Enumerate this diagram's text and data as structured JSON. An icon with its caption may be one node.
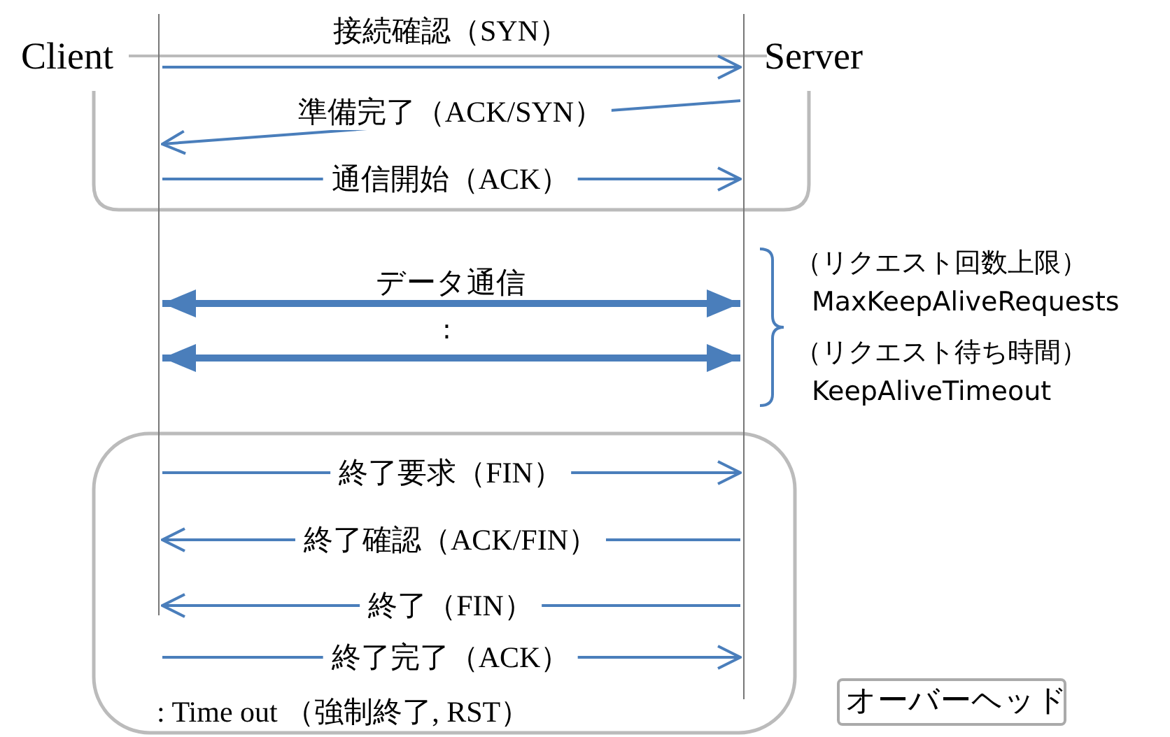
{
  "diagram": {
    "nodes": [
      {
        "text": [
          "Client"
        ]
      },
      {
        "text": [
          "Server"
        ]
      },
      {
        "text": [
          "オーバーヘッド"
        ]
      }
    ],
    "edges": [
      {
        "from": 0,
        "to": 1,
        "arrow": "to",
        "label": "接続確認（SYN）"
      },
      {
        "from": 1,
        "to": 0,
        "arrow": "to",
        "label": "準備完了（ACK/SYN）"
      },
      {
        "from": 0,
        "to": 1,
        "arrow": "to",
        "label": "通信開始（ACK）"
      },
      {
        "from": 0,
        "to": 1,
        "arrow": "both",
        "label": "データ通信",
        "style": "thick"
      },
      {
        "from": 0,
        "to": 1,
        "arrow": "both",
        "style": "thick"
      },
      {
        "from": 0,
        "to": 1,
        "arrow": "to",
        "label": "終了要求（FIN）"
      },
      {
        "from": 1,
        "to": 0,
        "arrow": "to",
        "label": "終了確認（ACK/FIN）"
      },
      {
        "from": 1,
        "to": 0,
        "arrow": "to",
        "label": "終了（FIN）"
      },
      {
        "from": 0,
        "to": 1,
        "arrow": "to",
        "label": "終了完了（ACK）"
      }
    ],
    "labels": [
      ":",
      "（リクエスト回数上限）",
      "MaxKeepAliveRequests",
      "（リクエスト待ち時間）",
      "KeepAliveTimeout",
      ": Time out （強制終了, RST）"
    ]
  }
}
